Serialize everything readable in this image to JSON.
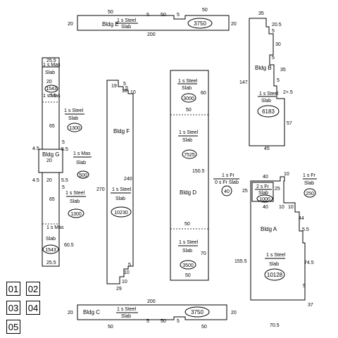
{
  "buildings": {
    "bldg_e": {
      "name": "Bldg E",
      "constr": "1 s Steel",
      "slab": "Slab",
      "area": "3750",
      "dims": {
        "left": "20",
        "right": "20",
        "top_left": "50",
        "top_right": "50",
        "bottom": "200",
        "s1": "5",
        "mid": "50",
        "s2": "5"
      }
    },
    "bldg_c": {
      "name": "Bldg C",
      "constr": "1 s Steel",
      "slab": "Slab",
      "area": "3750",
      "dims": {
        "left": "20",
        "right": "20",
        "top": "200",
        "bottom_left": "50",
        "bottom_right": "50",
        "s1": "5",
        "mid": "50",
        "s2": "5"
      }
    },
    "bldg_b": {
      "name": "Bldg B",
      "constr": "1 s Steel",
      "slab": "Slab",
      "area": "6183",
      "dims": {
        "top": "35",
        "d1": "20.5",
        "d2": "5",
        "d3": "30",
        "d4": "5",
        "d5": "35",
        "d6": "5",
        "d7": "2+.5",
        "d8": "57",
        "left": "147",
        "bottom": "45"
      }
    },
    "bldg_g": {
      "name": "Bldg G",
      "top_label": "1 s Mas",
      "upper": {
        "constr": "1 s Mas",
        "slab": "Slab",
        "area": "1543",
        "top": "25.5",
        "d1": "20",
        "d2": "5.5"
      },
      "steel1": {
        "constr": "1 s Steel",
        "slab": "Slab",
        "area": "1300"
      },
      "mas": {
        "constr": "1 s Mas",
        "slab": "Slab",
        "area": "500"
      },
      "steel2": {
        "constr": "1 s Steel",
        "slab": "Slab",
        "area": "1300"
      },
      "lower": {
        "constr": "1 s Mas",
        "slab": "Slab",
        "area": "1543",
        "bottom": "25.5"
      },
      "dims": {
        "d65a": "65",
        "d5a": "5",
        "d45a": "4.5",
        "d55a": "5.5",
        "d20a": "20",
        "d45b": "4.5",
        "d20b": "20",
        "d55b": "5.5",
        "d5b": "5",
        "d65b": "65",
        "d605": "60.5"
      }
    },
    "bldg_f": {
      "name": "Bldg F",
      "constr": "1 s Steel",
      "slab": "Slab",
      "area": "10230",
      "dims": {
        "top_left": "19",
        "top_right": "5",
        "d10a": "10",
        "d5a": "5",
        "d240": "240",
        "d270": "270",
        "d5b": "5",
        "d10b": "10",
        "d10c": "10",
        "bottom": "29"
      }
    },
    "bldg_d": {
      "name": "Bldg D",
      "upper": {
        "constr": "1 s Steel",
        "slab": "Slab",
        "area": "3000",
        "d60": "60",
        "d50": "50"
      },
      "mid": {
        "constr": "1 s Steel",
        "slab": "Slab",
        "area": "7525",
        "d150": "150.5"
      },
      "lower": {
        "constr": "1 s Steel",
        "slab": "Slab",
        "area": "3500",
        "d50": "50",
        "d70": "70",
        "bottom": "50"
      }
    },
    "bldg_a": {
      "name": "Bldg A",
      "constr": "1 s Steel",
      "slab": "Slab",
      "area": "10128",
      "dims": {
        "d40": "40",
        "d10t": "10",
        "d25a": "25",
        "d25b": "25",
        "d40b": "40",
        "d10a": "10",
        "d10b": "10",
        "d44": "44",
        "d55": "5.5",
        "d745": "74.5",
        "d5": "5",
        "d1555": "155.5",
        "d37": "37",
        "bottom": "70.5"
      }
    },
    "annex": {
      "constr": "2 s Fr",
      "slab": "Slab",
      "area": "1000"
    },
    "fr_left": {
      "constr": "1 s Fr",
      "slab": "0 s Fr Slab",
      "area": "40"
    },
    "fr_right": {
      "constr": "1 s Fr",
      "slab": "Slab",
      "area": "250"
    }
  },
  "pages": [
    "01",
    "02",
    "03",
    "04",
    "05"
  ]
}
